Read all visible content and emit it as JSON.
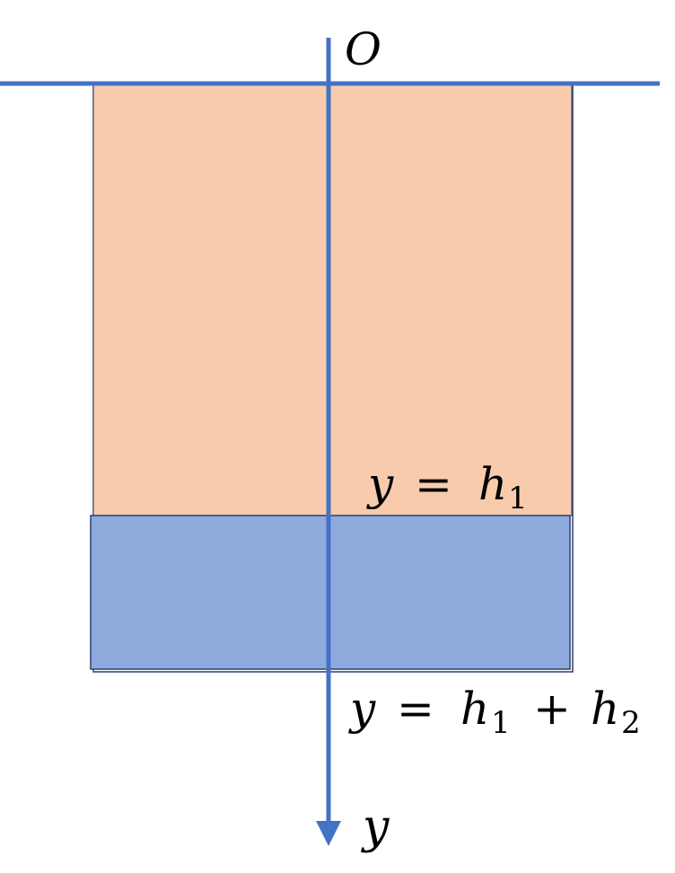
{
  "labels": {
    "origin": "O",
    "axis": "y",
    "interface_lhs": "y",
    "interface_eq": "=",
    "interface_var": "h",
    "interface_sub": "1",
    "bottom_lhs": "y",
    "bottom_eq": "=",
    "bottom_var1": "h",
    "bottom_sub1": "1",
    "bottom_plus": "+",
    "bottom_var2": "h",
    "bottom_sub2": "2"
  },
  "colors": {
    "axis_line": "#4472C4",
    "upper_fluid_fill": "#F7CBAC",
    "lower_fluid_fill": "#8FAADC",
    "container_border": "#2F3F6F"
  }
}
